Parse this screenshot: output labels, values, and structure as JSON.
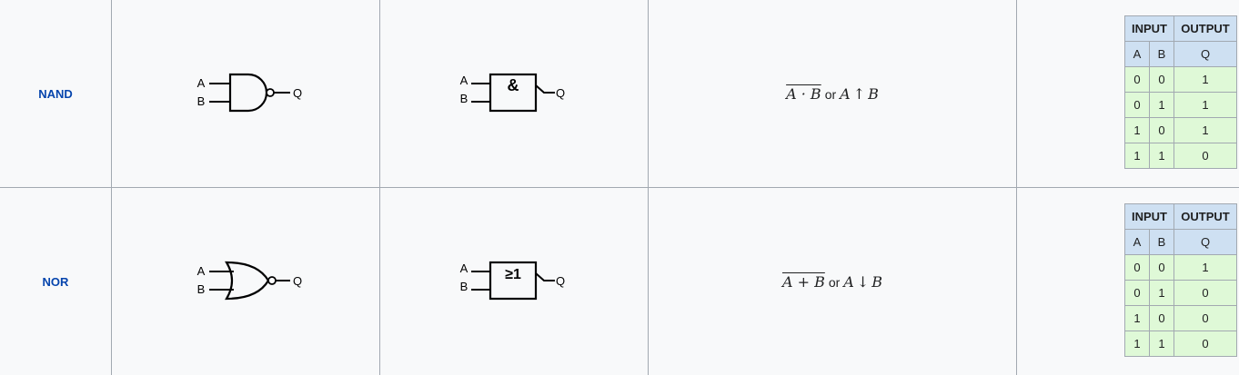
{
  "rows": [
    {
      "name": "NAND",
      "anis": {
        "a": "A",
        "b": "B",
        "q": "Q"
      },
      "iec": {
        "a": "A",
        "b": "B",
        "q": "Q",
        "symbol": "&"
      },
      "expr": {
        "overlined": "A · B",
        "or": "or",
        "left": "A",
        "arrow": "↑",
        "right": "B"
      },
      "truth_table": {
        "input_header": "INPUT",
        "output_header": "OUTPUT",
        "col_a": "A",
        "col_b": "B",
        "col_q": "Q",
        "rows": [
          [
            "0",
            "0",
            "1"
          ],
          [
            "0",
            "1",
            "1"
          ],
          [
            "1",
            "0",
            "1"
          ],
          [
            "1",
            "1",
            "0"
          ]
        ]
      }
    },
    {
      "name": "NOR",
      "anis": {
        "a": "A",
        "b": "B",
        "q": "Q"
      },
      "iec": {
        "a": "A",
        "b": "B",
        "q": "Q",
        "symbol": "≥1"
      },
      "expr": {
        "overlined": "A + B",
        "or": "or",
        "left": "A",
        "arrow": "↓",
        "right": "B"
      },
      "truth_table": {
        "input_header": "INPUT",
        "output_header": "OUTPUT",
        "col_a": "A",
        "col_b": "B",
        "col_q": "Q",
        "rows": [
          [
            "0",
            "0",
            "1"
          ],
          [
            "0",
            "1",
            "0"
          ],
          [
            "1",
            "0",
            "0"
          ],
          [
            "1",
            "1",
            "0"
          ]
        ]
      }
    }
  ]
}
